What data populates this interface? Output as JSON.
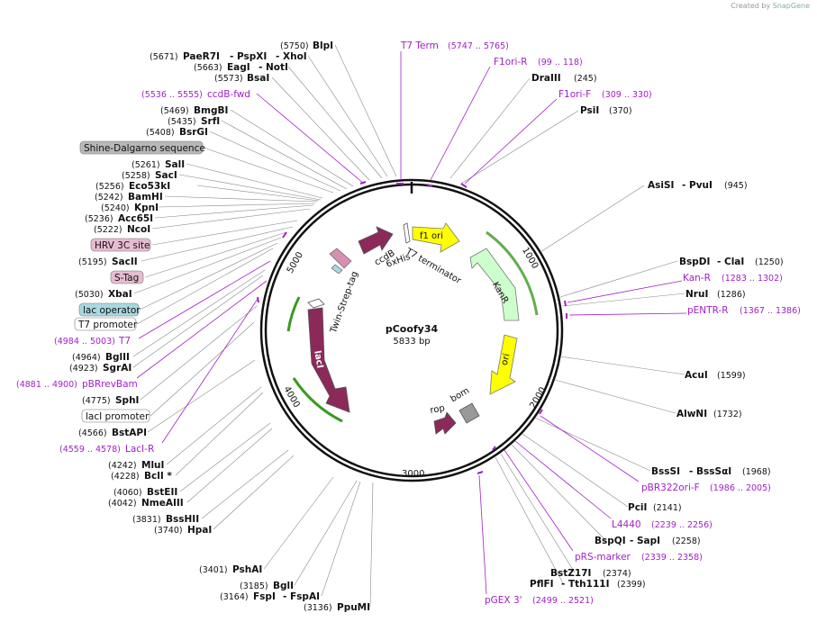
{
  "watermark": {
    "prefix": "Created by",
    "brand": "SnapGene"
  },
  "plasmid": {
    "name": "pCoofy34",
    "size": "5833 bp"
  },
  "ticks": {
    "t1000": "1000",
    "t2000": "2000",
    "t3000": "3000",
    "t4000": "4000",
    "t5000": "5000"
  },
  "sites_right": [
    {
      "name": "AsiSI",
      "name2": "PvuI",
      "pos": "(945)"
    },
    {
      "name": "BspDI",
      "name2": "ClaI",
      "pos": "(1250)"
    },
    {
      "name": "NruI",
      "pos": "(1286)"
    },
    {
      "name": "AcuI",
      "pos": "(1599)"
    },
    {
      "name": "AlwNI",
      "pos": "(1732)"
    },
    {
      "name": "BssSI",
      "name2": "BssSαI",
      "pos": "(1968)"
    },
    {
      "name": "PciI",
      "pos": "(2141)"
    },
    {
      "name": "BspQI",
      "name2": "SapI",
      "pos": "(2258)"
    },
    {
      "name": "BstZ17I",
      "pos": "(2374)"
    },
    {
      "name": "PflFI",
      "name2": "Tth111I",
      "pos": "(2399)"
    }
  ],
  "sites_top": [
    {
      "name": "DraIII",
      "pos": "(245)"
    },
    {
      "name": "PsiI",
      "pos": "(370)"
    }
  ],
  "sites_left": [
    {
      "pos": "(5750)",
      "name": "BlpI"
    },
    {
      "pos": "(5671)",
      "name": "PaeR7I",
      "name2": "PspXI",
      "name3": "XhoI"
    },
    {
      "pos": "(5663)",
      "name": "EagI",
      "name2": "NotI"
    },
    {
      "pos": "(5573)",
      "name": "BsaI"
    },
    {
      "pos": "(5469)",
      "name": "BmgBI"
    },
    {
      "pos": "(5435)",
      "name": "SrfI"
    },
    {
      "pos": "(5408)",
      "name": "BsrGI"
    },
    {
      "pos": "(5261)",
      "name": "SalI"
    },
    {
      "pos": "(5258)",
      "name": "SacI"
    },
    {
      "pos": "(5256)",
      "name": "Eco53kI"
    },
    {
      "pos": "(5242)",
      "name": "BamHI"
    },
    {
      "pos": "(5240)",
      "name": "KpnI"
    },
    {
      "pos": "(5236)",
      "name": "Acc65I"
    },
    {
      "pos": "(5222)",
      "name": "NcoI"
    },
    {
      "pos": "(5195)",
      "name": "SacII"
    },
    {
      "pos": "(5030)",
      "name": "XbaI"
    },
    {
      "pos": "(4964)",
      "name": "BglII"
    },
    {
      "pos": "(4923)",
      "name": "SgrAI"
    },
    {
      "pos": "(4775)",
      "name": "SphI"
    },
    {
      "pos": "(4566)",
      "name": "BstAPI"
    },
    {
      "pos": "(4242)",
      "name": "MluI"
    },
    {
      "pos": "(4228)",
      "name": "BclI *"
    },
    {
      "pos": "(4060)",
      "name": "BstEII"
    },
    {
      "pos": "(4042)",
      "name": "NmeAIII"
    },
    {
      "pos": "(3831)",
      "name": "BssHII"
    },
    {
      "pos": "(3740)",
      "name": "HpaI"
    },
    {
      "pos": "(3401)",
      "name": "PshAI"
    },
    {
      "pos": "(3185)",
      "name": "BglI"
    },
    {
      "pos": "(3164)",
      "name": "FspI",
      "name2": "FspAI"
    },
    {
      "pos": "(3136)",
      "name": "PpuMI"
    }
  ],
  "primers": [
    {
      "name": "T7 Term",
      "range": "(5747 .. 5765)"
    },
    {
      "name": "F1ori-R",
      "range": "(99 .. 118)"
    },
    {
      "name": "F1ori-F",
      "range": "(309 .. 330)"
    },
    {
      "name": "ccdB-fwd",
      "range": "(5536 .. 5555)"
    },
    {
      "name": "Kan-R",
      "range": "(1283 .. 1302)"
    },
    {
      "name": "pENTR-R",
      "range": "(1367 .. 1386)"
    },
    {
      "name": "pBR322ori-F",
      "range": "(1986 .. 2005)"
    },
    {
      "name": "L4440",
      "range": "(2239 .. 2256)"
    },
    {
      "name": "pRS-marker",
      "range": "(2339 .. 2358)"
    },
    {
      "name": "pGEX 3'",
      "range": "(2499 .. 2521)"
    },
    {
      "name": "T7",
      "range": "(4984 .. 5003)"
    },
    {
      "name": "pBRrevBam",
      "range": "(4881 .. 4900)"
    },
    {
      "name": "LacI-R",
      "range": "(4559 .. 4578)"
    }
  ],
  "boxed_features": [
    {
      "label": "Shine-Dalgarno sequence",
      "color": "#b8b8b8"
    },
    {
      "label": "HRV 3C site",
      "color": "#e6bcd0"
    },
    {
      "label": "S-Tag",
      "color": "#e6bcd0"
    },
    {
      "label": "lac operator",
      "color": "#a8d8e0"
    },
    {
      "label": "T7 promoter",
      "color": "#ffffff"
    },
    {
      "label": "lacI promoter",
      "color": "#ffffff"
    }
  ],
  "features": {
    "f1_ori": "f1 ori",
    "t7_terminator": "T7 terminator",
    "kanr": "KanR",
    "ori": "ori",
    "ccdb": "ccdB",
    "his": "6xHis",
    "twin_strep": "Twin-Strep-tag",
    "laci": "lacI",
    "rop": "rop",
    "bom": "bom"
  },
  "colors": {
    "primer": "#a020c8",
    "ccdb": "#8b2a5a",
    "f1ori": "#ffff00",
    "kanr": "#ccffcc",
    "laci": "#8b2a5a",
    "ori": "#ffff00",
    "bom": "#999999",
    "arc_green": "#3a9a20"
  }
}
